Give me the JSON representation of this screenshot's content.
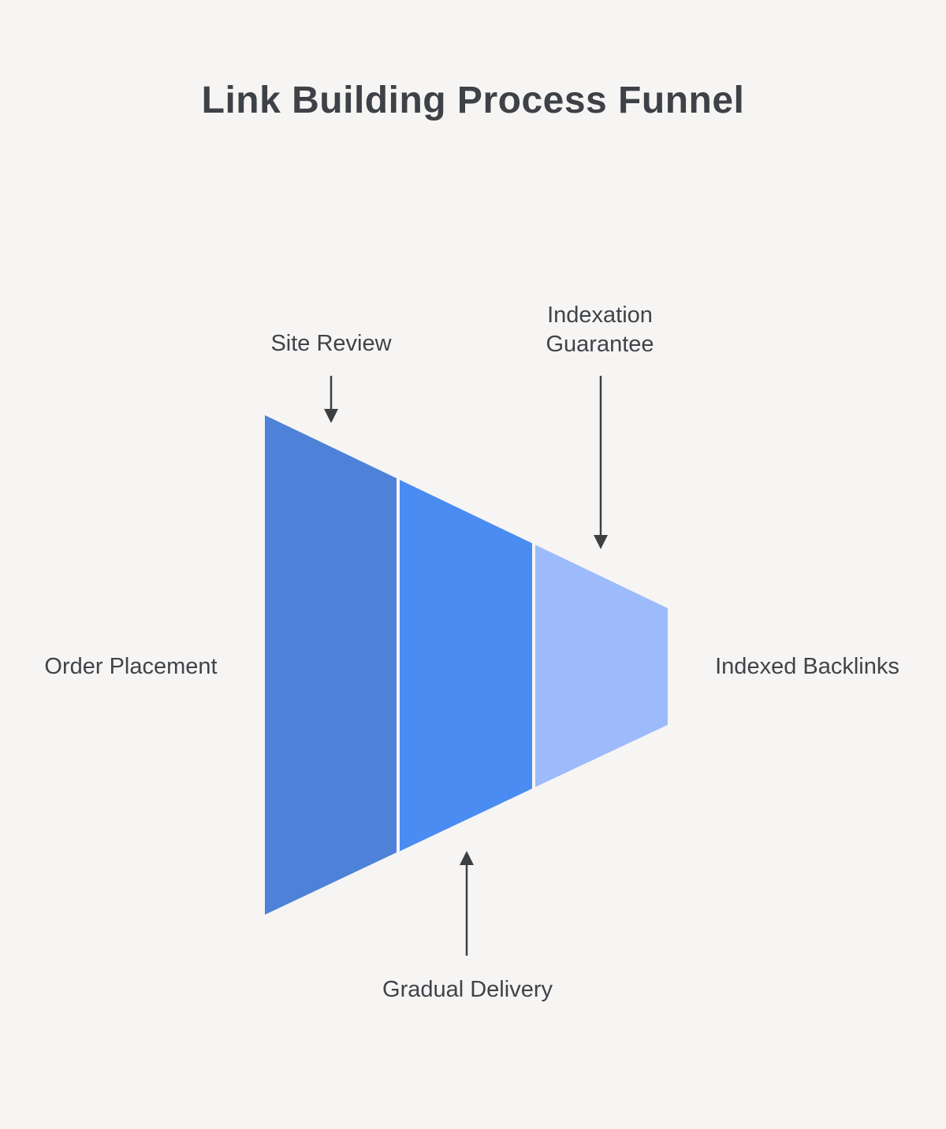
{
  "title": "Link Building Process Funnel",
  "colors": {
    "background": "#f6f5f4",
    "title_text": "#3e4247",
    "label_text": "#3f4449",
    "arrow": "#3c4043",
    "segment_1": "#4e82d8",
    "segment_2": "#4a8cf2",
    "segment_3": "#9dbbfa"
  },
  "funnel": {
    "input_label": "Order Placement",
    "output_label": "Indexed Backlinks",
    "stages": [
      {
        "label": "Site Review"
      },
      {
        "label": "Gradual Delivery"
      },
      {
        "label": "Indexation Guarantee"
      }
    ]
  }
}
